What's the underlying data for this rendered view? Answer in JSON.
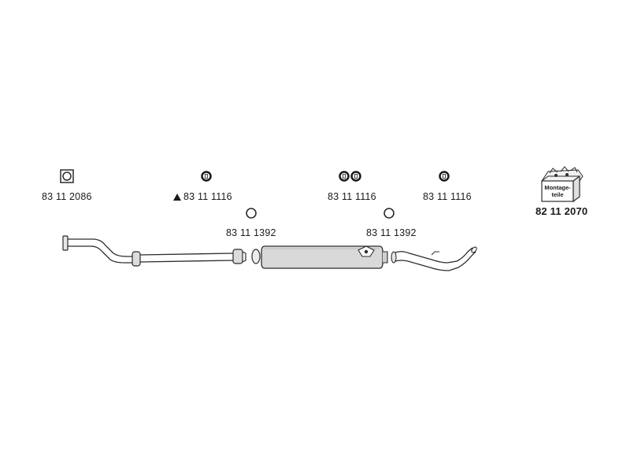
{
  "parts": {
    "flange_gasket": {
      "number": "83 11 2086",
      "icon": "square-gasket-icon"
    },
    "clamp_front": {
      "number": "83 11 1116",
      "icon": "clamp-ring-icon",
      "warning": "warning-triangle-icon"
    },
    "clamp_pair": {
      "number": "83 11 1116",
      "icon": "double-clamp-ring-icon"
    },
    "clamp_rear": {
      "number": "83 11 1116",
      "icon": "clamp-ring-icon"
    },
    "ring_left": {
      "number": "83 11 1392",
      "icon": "seal-ring-icon"
    },
    "ring_right": {
      "number": "83 11 1392",
      "icon": "seal-ring-icon"
    },
    "mounting_kit": {
      "number": "82 11 2070",
      "icon": "mounting-kit-box-icon",
      "box_text_1": "Montage-",
      "box_text_2": "teile"
    }
  },
  "assembly": {
    "components": [
      "front-pipe",
      "middle-pipe",
      "rear-silencer",
      "tail-pipe"
    ],
    "line_color": "#2b2b2b",
    "fill_color": "#d9d9d9"
  }
}
